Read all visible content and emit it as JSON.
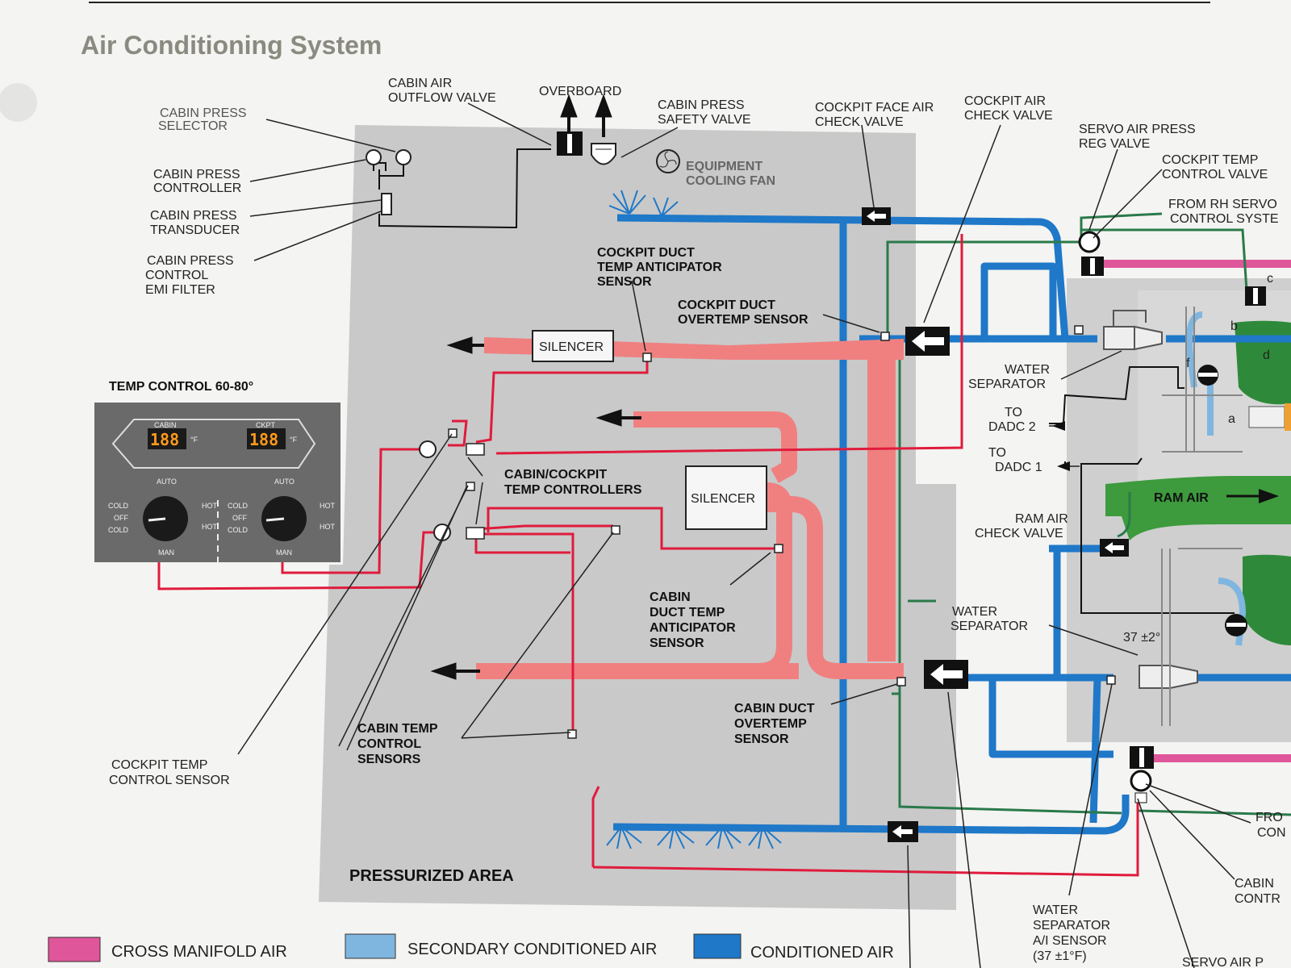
{
  "title": "Air Conditioning System",
  "colors": {
    "cross_manifold": "#e0569a",
    "secondary_conditioned": "#7fb6e0",
    "conditioned": "#1f78c8",
    "duct_red": "#f08080",
    "wire_red": "#e01b3c",
    "servo_green": "#2a7a4a",
    "ram_air_green": "#3d9a3d",
    "pressurized_area": "#c9c9c9"
  },
  "labels": {
    "cabin_press_selector": [
      "CABIN PRESS",
      "SELECTOR"
    ],
    "cabin_press_controller": [
      "CABIN PRESS",
      "CONTROLLER"
    ],
    "cabin_press_transducer": [
      "CABIN PRESS",
      "TRANSDUCER"
    ],
    "cabin_press_emi": [
      "CABIN PRESS",
      "CONTROL",
      "EMI FILTER"
    ],
    "cabin_air_outflow_valve": [
      "CABIN AIR",
      "OUTFLOW VALVE"
    ],
    "overboard": "OVERBOARD",
    "cabin_press_safety_valve": [
      "CABIN PRESS",
      "SAFETY VALVE"
    ],
    "equipment_cooling_fan": [
      "EQUIPMENT",
      "COOLING FAN"
    ],
    "cockpit_face_air_check_valve": [
      "COCKPIT FACE AIR",
      "CHECK VALVE"
    ],
    "cockpit_air_check_valve": [
      "COCKPIT AIR",
      "CHECK VALVE"
    ],
    "servo_air_press_reg_valve": [
      "SERVO AIR PRESS",
      "REG VALVE"
    ],
    "cockpit_temp_control_valve": [
      "COCKPIT TEMP",
      "CONTROL VALVE"
    ],
    "from_rh_servo": [
      "FROM RH SERVO",
      "CONTROL SYSTE"
    ],
    "cockpit_duct_anticipator": [
      "COCKPIT DUCT",
      "TEMP ANTICIPATOR",
      "SENSOR"
    ],
    "cockpit_duct_overtemp": [
      "COCKPIT DUCT",
      "OVERTEMP SENSOR"
    ],
    "silencer": "SILENCER",
    "water_separator": [
      "WATER",
      "SEPARATOR"
    ],
    "to_dadc_2": [
      "TO",
      "DADC 2"
    ],
    "to_dadc_1": [
      "TO",
      "DADC 1"
    ],
    "ram_air": "RAM AIR",
    "ram_air_check_valve": [
      "RAM AIR",
      "CHECK VALVE"
    ],
    "temp_setting": "37 ±2°",
    "cabin_cockpit_controllers": [
      "CABIN/COCKPIT",
      "TEMP CONTROLLERS"
    ],
    "cabin_duct_anticipator": [
      "CABIN",
      "DUCT TEMP",
      "ANTICIPATOR",
      "SENSOR"
    ],
    "cabin_duct_overtemp": [
      "CABIN DUCT",
      "OVERTEMP",
      "SENSOR"
    ],
    "cabin_temp_sensors": [
      "CABIN TEMP",
      "CONTROL",
      "SENSORS"
    ],
    "cockpit_temp_sensor": [
      "COCKPIT TEMP",
      "CONTROL SENSOR"
    ],
    "pressurized_area": "PRESSURIZED AREA",
    "water_separator_ai": [
      "WATER",
      "SEPARATOR",
      "A/I SENSOR",
      "(37 ±1°F)"
    ],
    "from_con": [
      "FRO",
      "CON"
    ],
    "cabin_contr": [
      "CABIN",
      "CONTR"
    ],
    "servo_air": "SERVO AIR P",
    "letters": [
      "a",
      "b",
      "c",
      "d",
      "f"
    ]
  },
  "temp_panel": {
    "title": "TEMP CONTROL 60-80°",
    "cabin_label": "CABIN",
    "ckpt_label": "CKPT",
    "cabin_display": "188",
    "ckpt_display": "188",
    "unit": "°F",
    "auto": "AUTO",
    "man": "MAN",
    "cold": "COLD",
    "off": "OFF",
    "hot": "HOT"
  },
  "legend": [
    {
      "label": "CROSS MANIFOLD AIR",
      "color": "#e0569a"
    },
    {
      "label": "SECONDARY CONDITIONED AIR",
      "color": "#7fb6e0"
    },
    {
      "label": "CONDITIONED AIR",
      "color": "#1f78c8"
    }
  ]
}
